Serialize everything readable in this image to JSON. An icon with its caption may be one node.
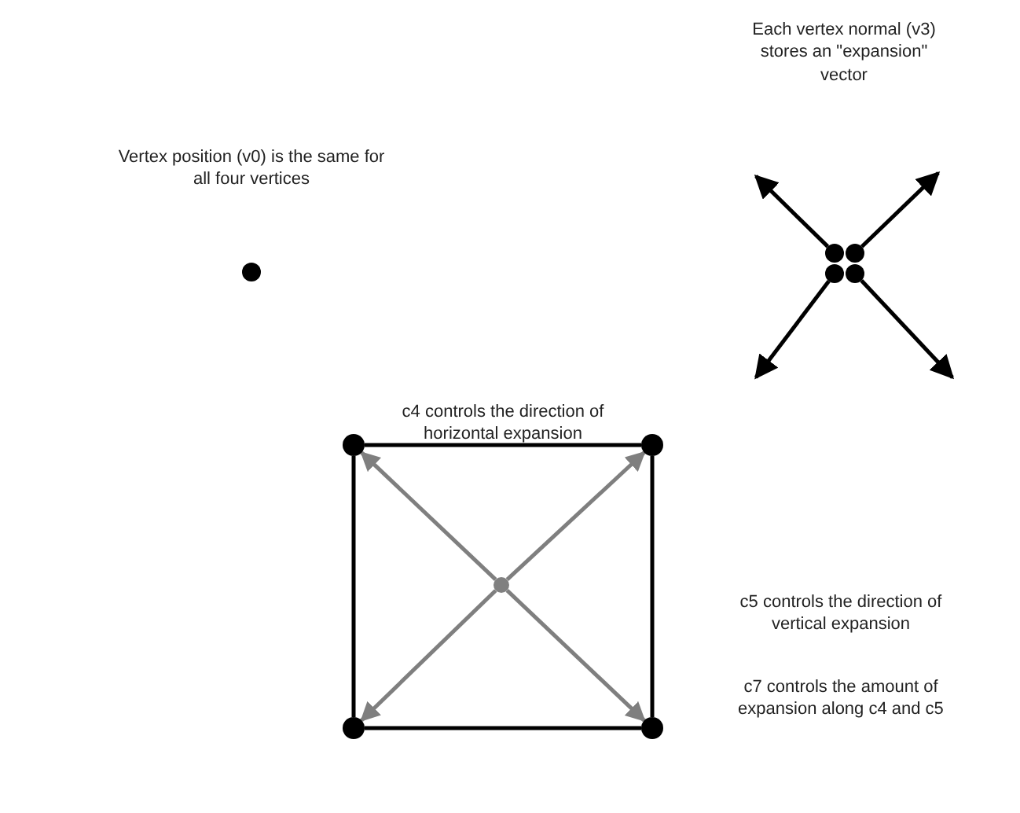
{
  "diagram": {
    "nodes": [
      {
        "text": [],
        "shape": "circle"
      },
      {
        "text": [],
        "shape": "circle"
      },
      {
        "text": [],
        "shape": "circle"
      },
      {
        "text": [],
        "shape": "circle"
      },
      {
        "text": [],
        "shape": "circle"
      },
      {
        "text": [],
        "shape": "circle"
      },
      {
        "text": [],
        "shape": "circle"
      },
      {
        "text": [],
        "shape": "circle"
      },
      {
        "text": [],
        "shape": "circle"
      },
      {
        "text": [],
        "shape": "circle"
      }
    ],
    "edges": [
      {
        "from": 1,
        "to": null,
        "arrow": "to"
      },
      {
        "from": 2,
        "to": null,
        "arrow": "to"
      },
      {
        "from": 3,
        "to": null,
        "arrow": "to"
      },
      {
        "from": 4,
        "to": null,
        "arrow": "to"
      },
      {
        "from": 5,
        "to": 6,
        "arrow": "none"
      },
      {
        "from": 6,
        "to": 8,
        "arrow": "none"
      },
      {
        "from": 8,
        "to": 7,
        "arrow": "none"
      },
      {
        "from": 7,
        "to": 5,
        "arrow": "none"
      },
      {
        "from": 9,
        "to": 5,
        "arrow": "to",
        "color": "#7f7f7f"
      },
      {
        "from": 9,
        "to": 6,
        "arrow": "to",
        "color": "#7f7f7f"
      },
      {
        "from": 9,
        "to": 7,
        "arrow": "to",
        "color": "#7f7f7f"
      },
      {
        "from": 9,
        "to": 8,
        "arrow": "to",
        "color": "#7f7f7f"
      }
    ],
    "labels": [
      "Each vertex normal (v3) stores an \"expansion\" vector",
      "Vertex position (v0) is the same for all four vertices",
      "c4 controls the direction of horizontal expansion",
      "c5 controls the direction of vertical expansion",
      "c7 controls the amount of expansion along c4 and c5"
    ]
  }
}
